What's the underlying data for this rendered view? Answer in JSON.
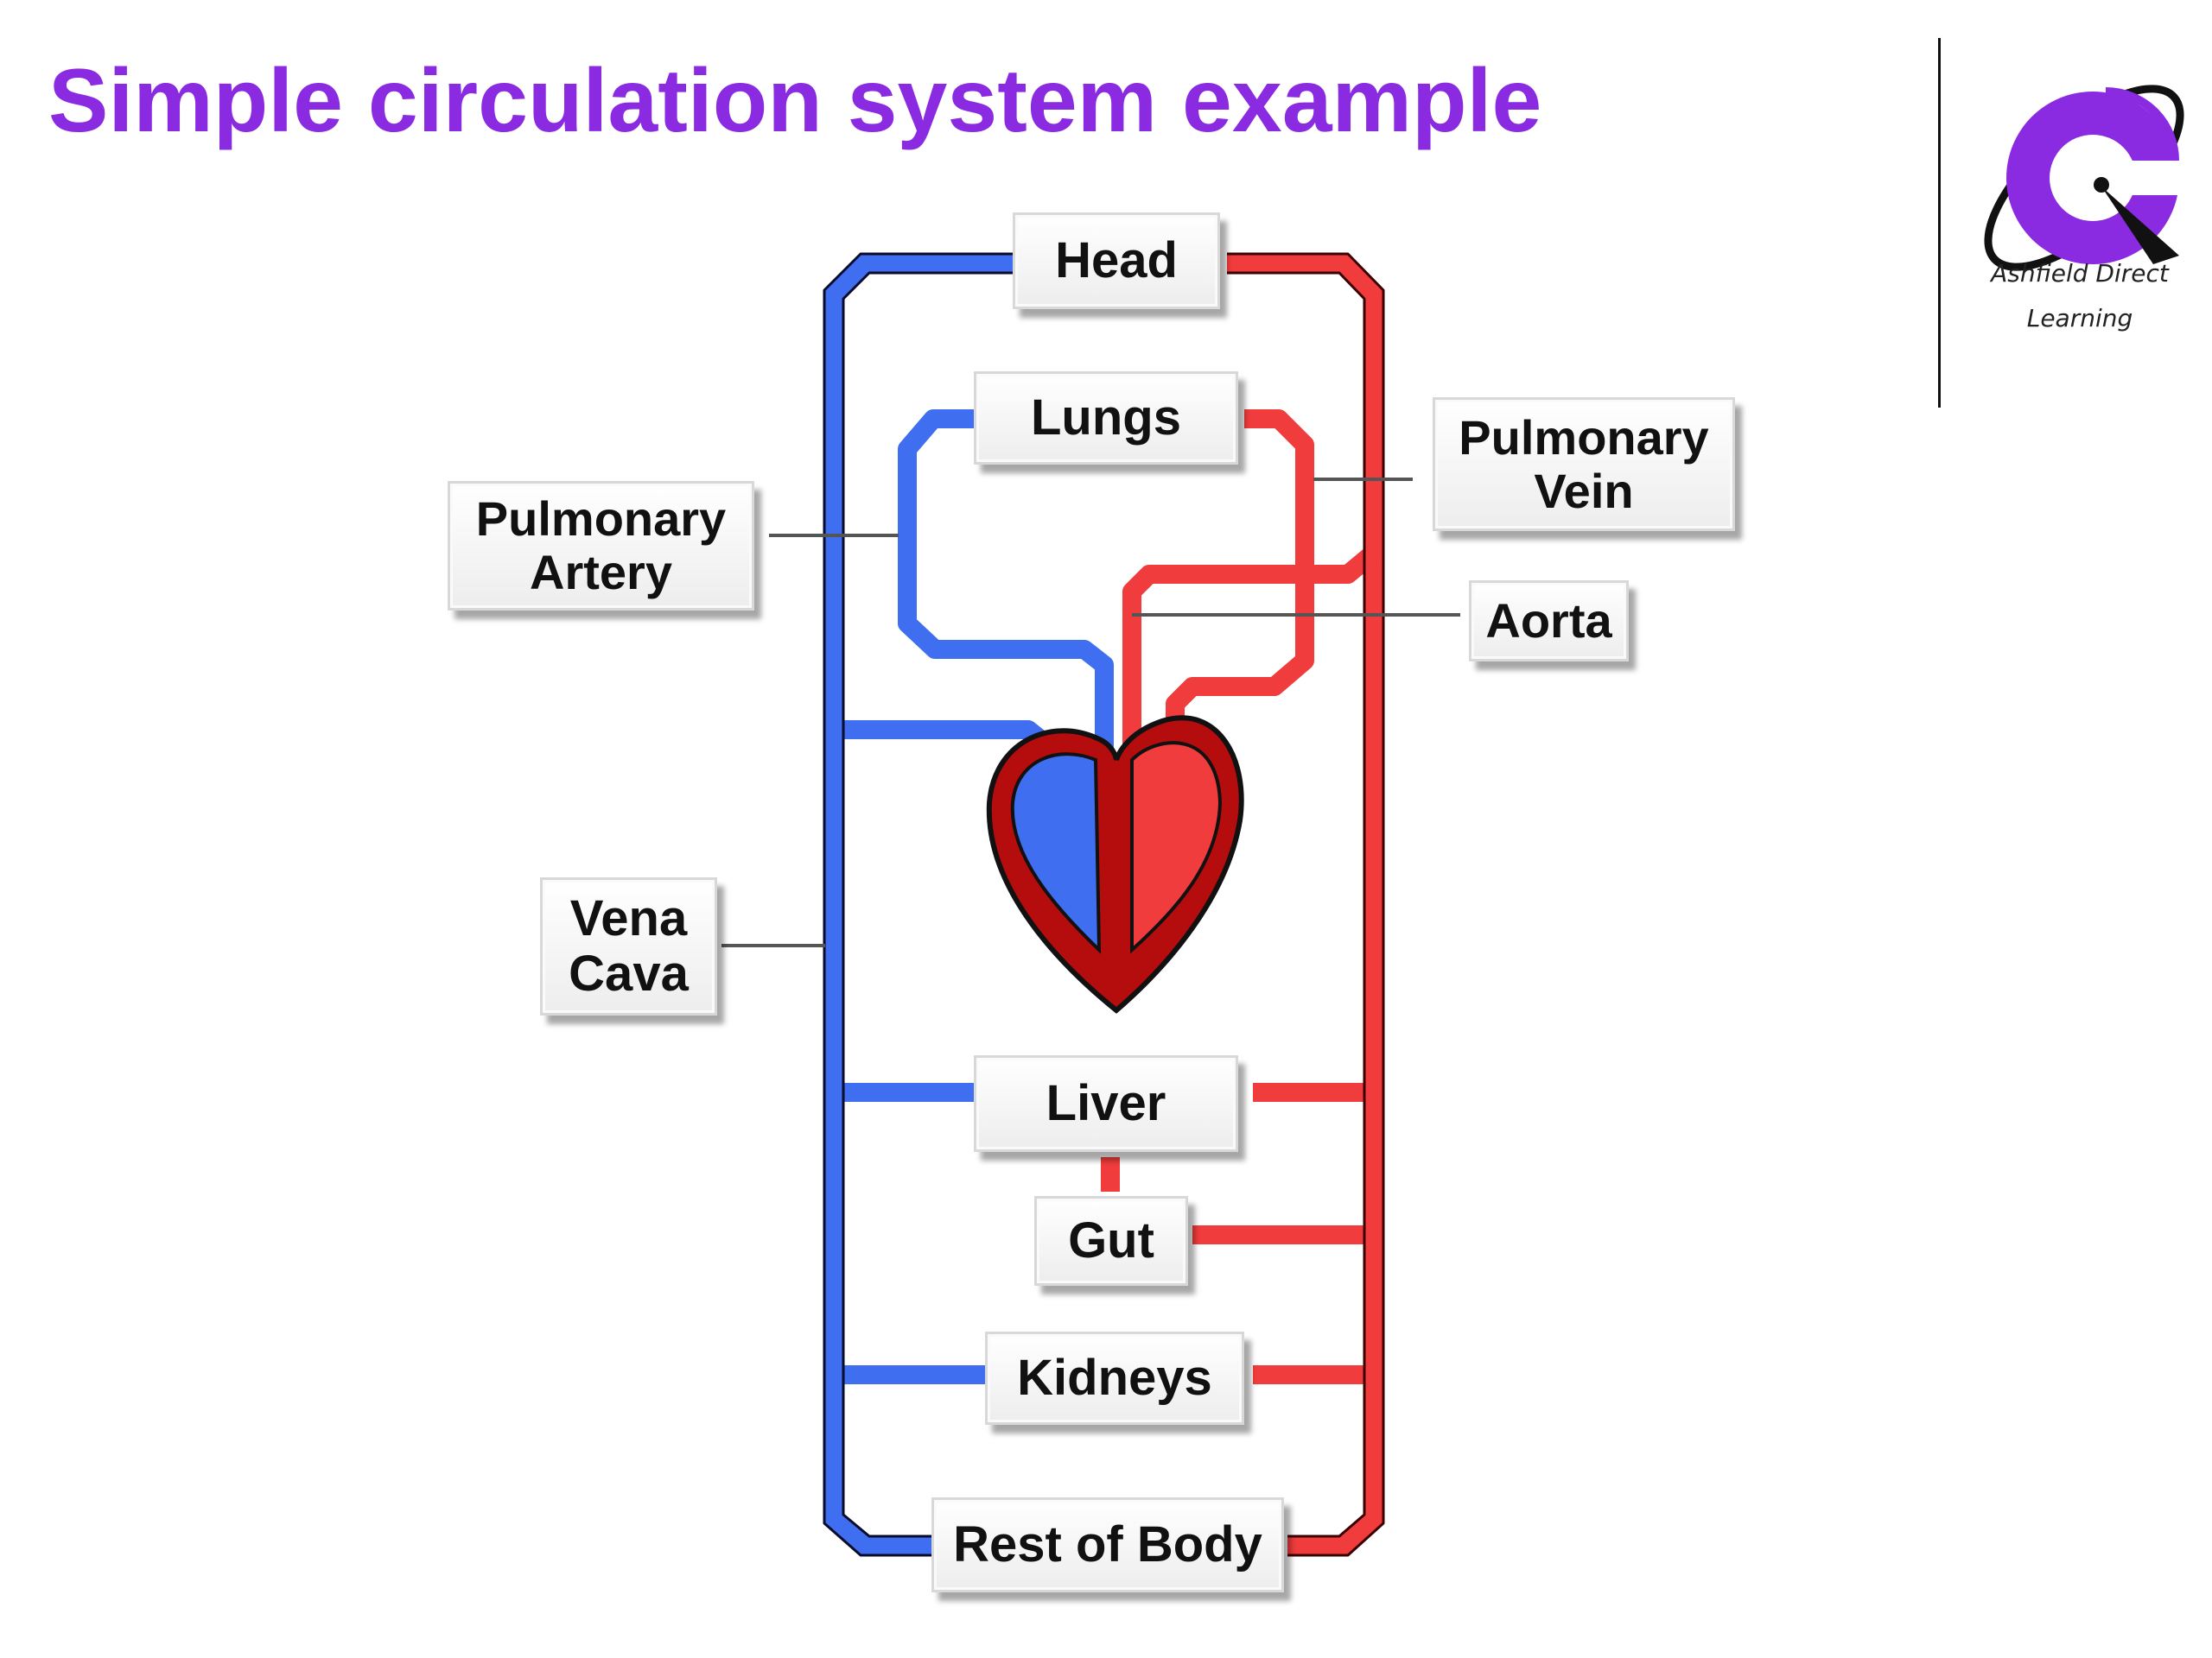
{
  "title": "Simple circulation system example",
  "logo": {
    "line1": "Ashfield Direct",
    "line2": "Learning",
    "accent": "#8a2be2"
  },
  "diagram": {
    "organs": {
      "head": "Head",
      "lungs": "Lungs",
      "liver": "Liver",
      "gut": "Gut",
      "kidneys": "Kidneys",
      "rest_of_body": "Rest of Body"
    },
    "vessels": {
      "pulmonary_artery": "Pulmonary Artery",
      "pulmonary_vein": "Pulmonary Vein",
      "aorta": "Aorta",
      "vena_cava": "Vena Cava"
    },
    "colors": {
      "deoxygenated": "#3f6ff0",
      "oxygenated": "#f03c3c",
      "heart_dark": "#b50d0d",
      "outline": "#111111"
    }
  }
}
